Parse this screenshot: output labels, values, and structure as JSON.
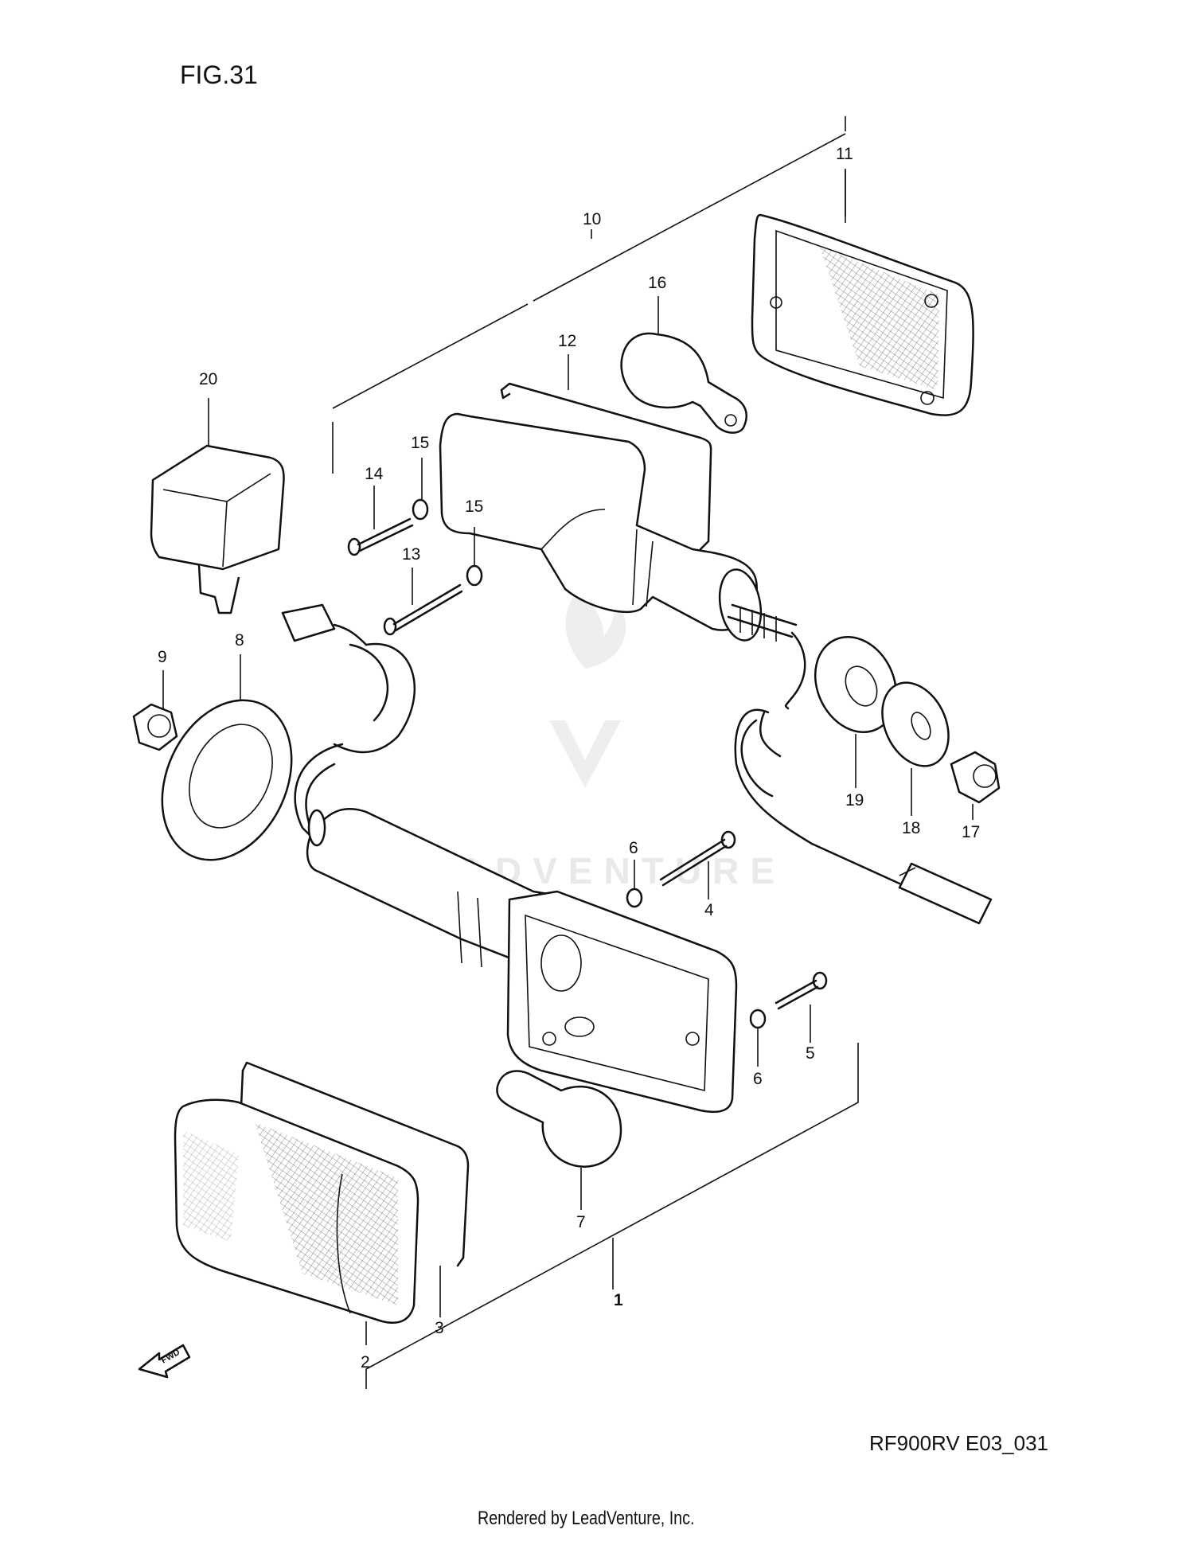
{
  "figure_title": "FIG.31",
  "drawing_code": "RF900RV E03_031",
  "footer": "Rendered by LeadVenture, Inc.",
  "watermark": "LEADVENTURE",
  "fwd_label": "FWD",
  "parts": {
    "p1": "1",
    "p2": "2",
    "p3": "3",
    "p4": "4",
    "p5": "5",
    "p6a": "6",
    "p6b": "6",
    "p7": "7",
    "p8": "8",
    "p9": "9",
    "p10": "10",
    "p11": "11",
    "p12": "12",
    "p13": "13",
    "p14": "14",
    "p15a": "15",
    "p15b": "15",
    "p16": "16",
    "p17": "17",
    "p18": "18",
    "p19": "19",
    "p20": "20"
  }
}
